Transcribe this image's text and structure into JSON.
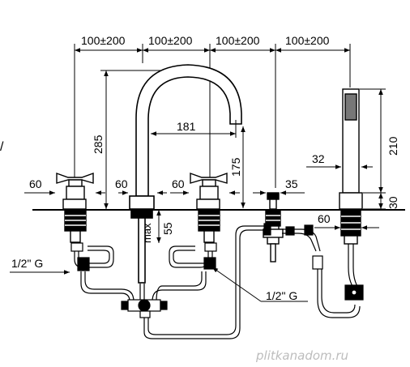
{
  "dimensions": {
    "spacing_1": "100±200",
    "spacing_2": "100±200",
    "spacing_3": "100±200",
    "spacing_4": "100±200",
    "spout_height": "285",
    "spout_reach": "181",
    "spout_outlet_height": "175",
    "handshower_length": "210",
    "handshower_offset": "32",
    "handle_left_width": "60",
    "spout_base_gap": "60",
    "handle_right_width": "60",
    "diverter_width": "35",
    "handshower_base": "30",
    "handshower_holder_width": "60",
    "max_deck_thickness": "max",
    "deck_thickness_value": "55"
  },
  "connections": {
    "left_inlet": "1/2\" G",
    "bottom_inlet": "1/2\" G"
  },
  "watermark": "plitkanadom.ru"
}
